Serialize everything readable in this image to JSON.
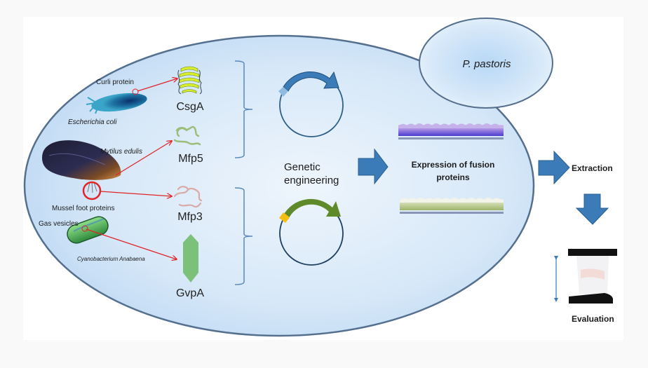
{
  "host_organism": "P. pastoris",
  "sources": [
    {
      "organism": "Escherichia coli",
      "component": "Curli protein",
      "protein": "CsgA"
    },
    {
      "organism": "Mytilus edulis",
      "component": "Mussel foot proteins",
      "protein": "Mfp5"
    },
    {
      "organism": "Mytilus edulis",
      "component": "Mussel foot proteins",
      "protein": "Mfp3"
    },
    {
      "organism": "Cyanobacterium Anabaena",
      "component": "Gas vesicles",
      "protein": "GvpA"
    }
  ],
  "labels": {
    "curli": "Curli protein",
    "ecoli": "Escherichia coli",
    "mytilus": "Mytilus edulis",
    "mussel_foot": "Mussel foot proteins",
    "gas_vesicles": "Gas vesicles",
    "anabaena": "Cyanobacterium Anabaena",
    "csga": "CsgA",
    "mfp5": "Mfp5",
    "mfp3": "Mfp3",
    "gvpa": "GvpA",
    "genetic_line1": "Genetic",
    "genetic_line2": "engineering",
    "expression_line1": "Expression of fusion",
    "expression_line2": "proteins",
    "extraction": "Extraction",
    "evaluation": "Evaluation"
  },
  "steps": [
    "Genetic engineering",
    "Expression of fusion proteins",
    "Extraction",
    "Evaluation"
  ],
  "colors": {
    "cell_fill": "#c6def5",
    "arrow_blue": "#3a7bb8",
    "red_arrow": "#e0242a",
    "plasmid1_insert": "#3a7bb8",
    "plasmid1_marker": "#8fbbe0",
    "plasmid2_insert": "#5f8a2a",
    "plasmid2_marker": "#f5be10",
    "gvpa_green": "#7cc17a"
  }
}
